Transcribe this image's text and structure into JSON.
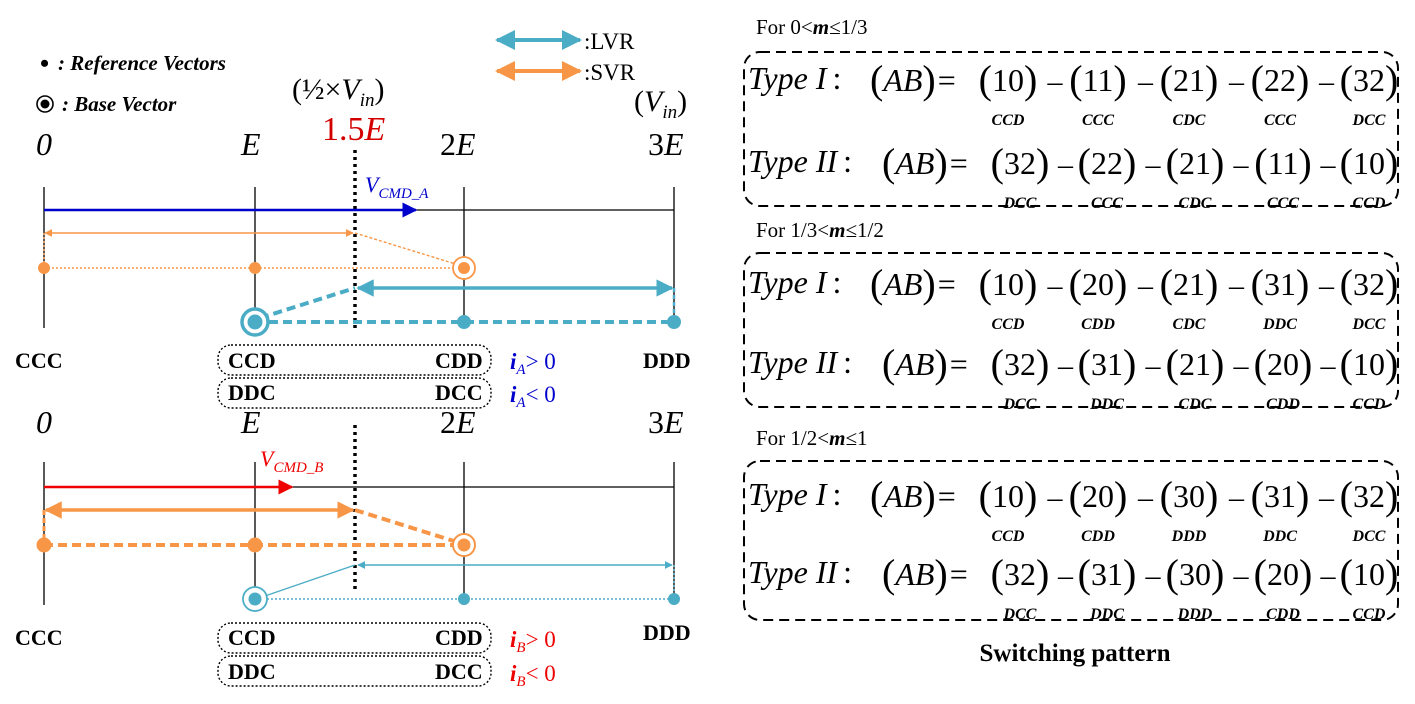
{
  "colors": {
    "lvr": "#4bacc6",
    "svr": "#f79646",
    "vcmd_a": "#0000cc",
    "vcmd_b": "#ee0000",
    "threshold": "#d40000"
  },
  "legend": {
    "ref_marker": "•",
    "ref_text": ": Reference Vectors",
    "base_text": ": Base Vector",
    "lvr": ":LVR",
    "svr": ":SVR"
  },
  "threshold": {
    "half": "½",
    "times": "×",
    "V": "V",
    "in": "in",
    "value": "1.5",
    "E": "E",
    "paren_open": "(",
    "paren_close": ")"
  },
  "vin_label": {
    "V": "V",
    "in": "in",
    "paren_open": "(",
    "paren_close": ")"
  },
  "axis_ticks": [
    {
      "num": "",
      "E": "0",
      "italic": true
    },
    {
      "num": "",
      "E": "E",
      "italic": true
    },
    {
      "num": "2",
      "E": "E",
      "italic": false
    },
    {
      "num": "3",
      "E": "E",
      "italic": false
    }
  ],
  "panel_a": {
    "vcmd": {
      "V": "V",
      "sub": "CMD_A"
    },
    "left_state": "CCC",
    "right_state": "DDD",
    "box1": {
      "left": "CCD",
      "right": "CDD"
    },
    "box2": {
      "left": "DDC",
      "right": "DCC"
    },
    "cond1": {
      "i": "i",
      "sub": "A",
      "rel": "> 0"
    },
    "cond2": {
      "i": "i",
      "sub": "A",
      "rel": "< 0"
    }
  },
  "panel_b": {
    "vcmd": {
      "V": "V",
      "sub": "CMD_B"
    },
    "left_state": "CCC",
    "right_state": "DDD",
    "box1": {
      "left": "CCD",
      "right": "CDD"
    },
    "box2": {
      "left": "DDC",
      "right": "DCC"
    },
    "cond1": {
      "i": "i",
      "sub": "B",
      "rel": "> 0"
    },
    "cond2": {
      "i": "i",
      "sub": "B",
      "rel": "< 0"
    }
  },
  "switching": {
    "caption": "Switching pattern",
    "lhs": "AB",
    "eq": "=",
    "dash": "–",
    "groups": [
      {
        "heading": {
          "pre": "For 0<",
          "m": "m",
          "post": "≤1/3"
        },
        "type1": {
          "label": "Type I",
          "colon": ":",
          "seq": [
            "10",
            "11",
            "21",
            "22",
            "32"
          ],
          "states": [
            "CCD",
            "CCC",
            "CDC",
            "CCC",
            "DCC"
          ]
        },
        "type2": {
          "label": "Type II",
          "colon": ":",
          "seq": [
            "32",
            "22",
            "21",
            "11",
            "10"
          ],
          "states": [
            "DCC",
            "CCC",
            "CDC",
            "CCC",
            "CCD"
          ]
        }
      },
      {
        "heading": {
          "pre": "For 1/3<",
          "m": "m",
          "post": "≤1/2"
        },
        "type1": {
          "label": "Type I",
          "colon": ":",
          "seq": [
            "10",
            "20",
            "21",
            "31",
            "32"
          ],
          "states": [
            "CCD",
            "CDD",
            "CDC",
            "DDC",
            "DCC"
          ]
        },
        "type2": {
          "label": "Type II",
          "colon": ":",
          "seq": [
            "32",
            "31",
            "21",
            "20",
            "10"
          ],
          "states": [
            "DCC",
            "DDC",
            "CDC",
            "CDD",
            "CCD"
          ]
        }
      },
      {
        "heading": {
          "pre": "For 1/2<",
          "m": "m",
          "post": "≤1"
        },
        "type1": {
          "label": "Type I",
          "colon": ":",
          "seq": [
            "10",
            "20",
            "30",
            "31",
            "32"
          ],
          "states": [
            "CCD",
            "CDD",
            "DDD",
            "DDC",
            "DCC"
          ]
        },
        "type2": {
          "label": "Type II",
          "colon": ":",
          "seq": [
            "32",
            "31",
            "30",
            "20",
            "10"
          ],
          "states": [
            "DCC",
            "DDC",
            "DDD",
            "CDD",
            "CCD"
          ]
        }
      }
    ]
  }
}
